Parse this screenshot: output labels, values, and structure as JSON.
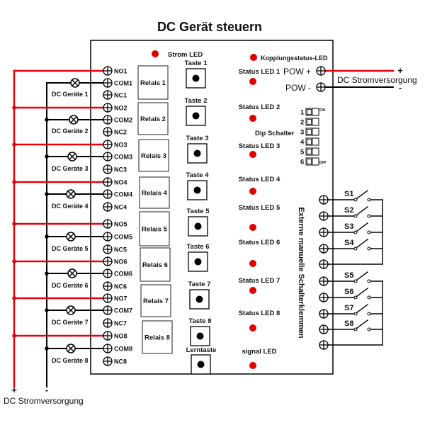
{
  "title": "DC Gerät steuern",
  "relay_terminals": [
    {
      "no": "NO1",
      "com": "COM1",
      "nc": "NC1"
    },
    {
      "no": "NO2",
      "com": "COM2",
      "nc": "NC2"
    },
    {
      "no": "NO3",
      "com": "COM3",
      "nc": "NC3"
    },
    {
      "no": "NO4",
      "com": "COM4",
      "nc": "NC4"
    },
    {
      "no": "NO5",
      "com": "COM5",
      "nc": "NC5"
    },
    {
      "no": "NO6",
      "com": "COM6",
      "nc": "NC6"
    },
    {
      "no": "NO7",
      "com": "COM7",
      "nc": "NC7"
    },
    {
      "no": "NO8",
      "com": "COM8",
      "nc": "NC8"
    }
  ],
  "loads": [
    "DC Geräte 1",
    "DC Geräte 2",
    "DC Geräte 3",
    "DC Geräte 4",
    "DC Geräte 5",
    "DC Geräte 6",
    "DC Geräte 7",
    "DC Geräte 8"
  ],
  "load_supply": {
    "plus": "+",
    "minus": "-",
    "label": "DC Stromversorgung"
  },
  "relays": [
    "Relais 1",
    "Relais 2",
    "Relais 3",
    "Relais 4",
    "Relais 5",
    "Relais 6",
    "Relais 7",
    "Relais 8"
  ],
  "buttons": [
    "Taste 1",
    "Taste 2",
    "Taste 3",
    "Taste 4",
    "Taste 5",
    "Taste 6",
    "Taste 7",
    "Taste 8"
  ],
  "learn_button": "Lerntaste",
  "leds": {
    "power": "Strom LED",
    "pairing": "Kopplungsstatus-LED",
    "status": [
      "Status LED 1",
      "Status LED 2",
      "Status LED 3",
      "Status LED 4",
      "Status LED 5",
      "Status LED 6",
      "Status LED 7",
      "Status LED 8"
    ],
    "signal": "signal LED"
  },
  "power_input": {
    "pos": "POW +",
    "neg": "POW -",
    "plus": "+",
    "minus": "-",
    "label": "DC Stromversorgung"
  },
  "dip_switch": {
    "label": "Dip Schalter",
    "positions": [
      "1",
      "2",
      "3",
      "4",
      "5",
      "6"
    ],
    "on_mark": "ON",
    "dip_mark": "DIP"
  },
  "external_switch_terminals": {
    "label": "Externe manuelle Schalterklemmen",
    "switches": [
      "S1",
      "S2",
      "S3",
      "S4",
      "S5",
      "S6",
      "S7",
      "S8"
    ]
  },
  "colors": {
    "positive_wire": "#e8000d",
    "negative_wire": "#000000",
    "led": "#e00000",
    "outline": "#000000"
  }
}
